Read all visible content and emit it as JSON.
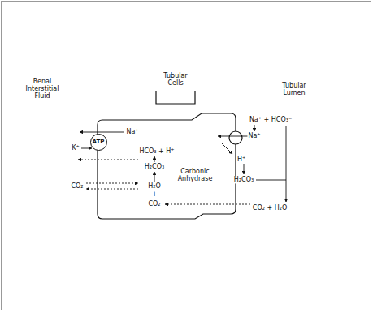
{
  "diagram": {
    "nodes": [
      {
        "text": [
          "ATP"
        ]
      }
    ],
    "labels": [
      "Renal Interstitial Fluid",
      "Tubular Cells",
      "Tubular Lumen",
      "Na⁺ + HCO₃⁻",
      "Na⁺",
      "Na⁺",
      "K⁺",
      "HCO₃ + H⁺",
      "H⁺",
      "H₂CO₃",
      "H₂CO₃",
      "Carbonic Anhydrase",
      "H₂O",
      "+",
      "CO₂",
      "CO₂",
      "CO₂ + H₂O"
    ]
  }
}
